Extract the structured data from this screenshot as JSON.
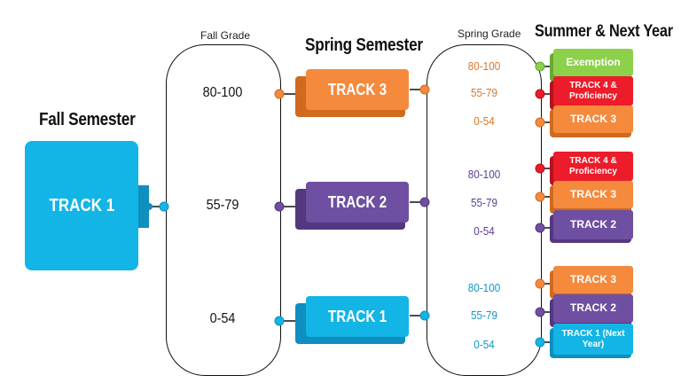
{
  "headings": {
    "fall": "Fall Semester",
    "spring": "Spring Semester",
    "summer": "Summer & Next Year",
    "fall_grade": "Fall Grade",
    "spring_grade": "Spring Grade"
  },
  "fall_track": "TRACK 1",
  "fall_grades": [
    "80-100",
    "55-79",
    "0-54"
  ],
  "spring_tracks": [
    "TRACK 3",
    "TRACK 2",
    "TRACK 1"
  ],
  "spring_grades": {
    "track3": [
      "80-100",
      "55-79",
      "0-54"
    ],
    "track2": [
      "80-100",
      "55-79",
      "0-54"
    ],
    "track1": [
      "80-100",
      "55-79",
      "0-54"
    ]
  },
  "outcomes": {
    "track3": [
      "Exemption",
      "TRACK 4 & Proficiency",
      "TRACK 3"
    ],
    "track2": [
      "TRACK 4 & Proficiency",
      "TRACK 3",
      "TRACK 2"
    ],
    "track1": [
      "TRACK 3",
      "TRACK 2",
      "TRACK 1 (Next Year)"
    ]
  },
  "colors": {
    "track1": "#12b5e5",
    "track1_dark": "#0e8fbf",
    "track2": "#6e4fa2",
    "track2_dark": "#53387f",
    "track3": "#f58a3d",
    "track3_dark": "#cf6a1f",
    "track4": "#ec1c2a",
    "track4_dark": "#b5121d",
    "exemption": "#8dd14a",
    "exemption_dark": "#6aa834",
    "grade_orange": "#d9772a",
    "grade_purple": "#5b3f8f",
    "grade_blue": "#1496c4"
  }
}
